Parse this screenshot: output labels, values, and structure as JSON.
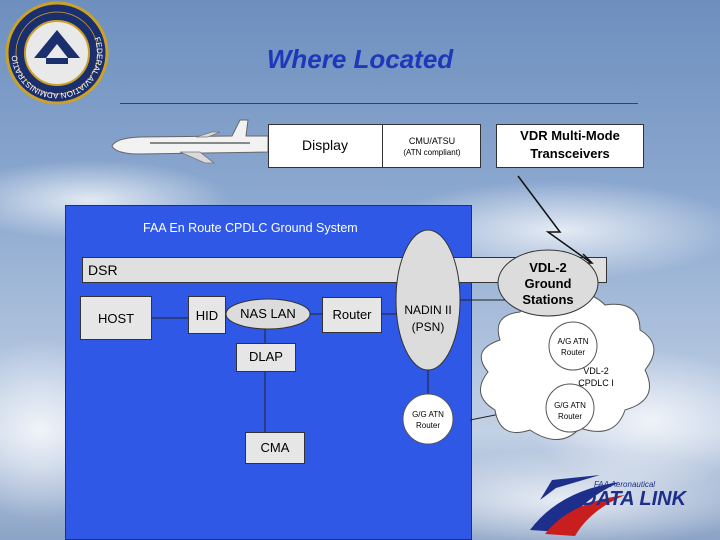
{
  "slide": {
    "title": "Where Located"
  },
  "aircraft": {
    "display_label": "Display",
    "cmu_label": "CMU/ATSU",
    "cmu_sublabel": "(ATN compliant)",
    "vdr_label_line1": "VDR Multi-Mode",
    "vdr_label_line2": "Transceivers"
  },
  "ground_system": {
    "title": "FAA En Route CPDLC Ground System",
    "dsr_label": "DSR",
    "host_label": "HOST",
    "hid_label": "HID",
    "nas_lan_label": "NAS LAN",
    "router_label": "Router",
    "nadin_line1": "NADIN II",
    "nadin_line2": "(PSN)",
    "dlap_label": "DLAP",
    "gg_router_line1": "G/G ATN",
    "gg_router_line2": "Router",
    "cma_label": "CMA"
  },
  "vdl": {
    "ground_line1": "VDL-2",
    "ground_line2": "Ground",
    "ground_line3": "Stations",
    "ag_router_line1": "A/G ATN",
    "ag_router_line2": "Router",
    "cpdlc_line1": "VDL-2",
    "cpdlc_line2": "CPDLC I",
    "gg_router_line1": "G/G ATN",
    "gg_router_line2": "Router"
  },
  "logos": {
    "faa_seal_text": "FEDERAL AVIATION ADMINISTRATION",
    "data_link_top": "FAA Aeronautical",
    "data_link_main": "DATA LINK"
  }
}
